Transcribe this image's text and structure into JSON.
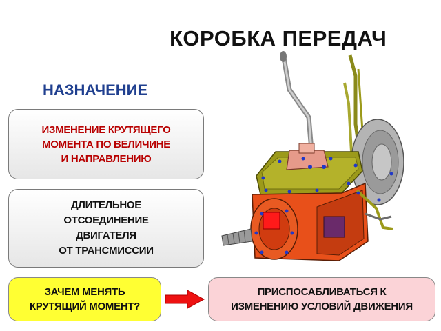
{
  "title": "КОРОБКА ПЕРЕДАЧ",
  "subtitle": "НАЗНАЧЕНИЕ",
  "boxes": {
    "purpose1": "ИЗМЕНЕНИЕ КРУТЯЩЕГО\nМОМЕНТА ПО ВЕЛИЧИНЕ\nИ НАПРАВЛЕНИЮ",
    "purpose2": "ДЛИТЕЛЬНОЕ\nОТСОЕДИНЕНИЕ\nДВИГАТЕЛЯ\nОТ ТРАНСМИССИИ",
    "question": "ЗАЧЕМ МЕНЯТЬ\nКРУТЯЩИЙ МОМЕНТ?",
    "answer": "ПРИСПОСАБЛИВАТЬСЯ  К\nИЗМЕНЕНИЮ УСЛОВИЙ ДВИЖЕНИЯ"
  },
  "colors": {
    "subtitle": "#1f3f8f",
    "purpose1_text": "#b80000",
    "question_bg": "#ffff33",
    "answer_bg": "#fbd3d7",
    "arrow": "#ee1111",
    "housing": "#e8501a",
    "cover": "#9c9a1a"
  },
  "icons": [
    "arrow-right-icon",
    "gearbox-illustration"
  ]
}
